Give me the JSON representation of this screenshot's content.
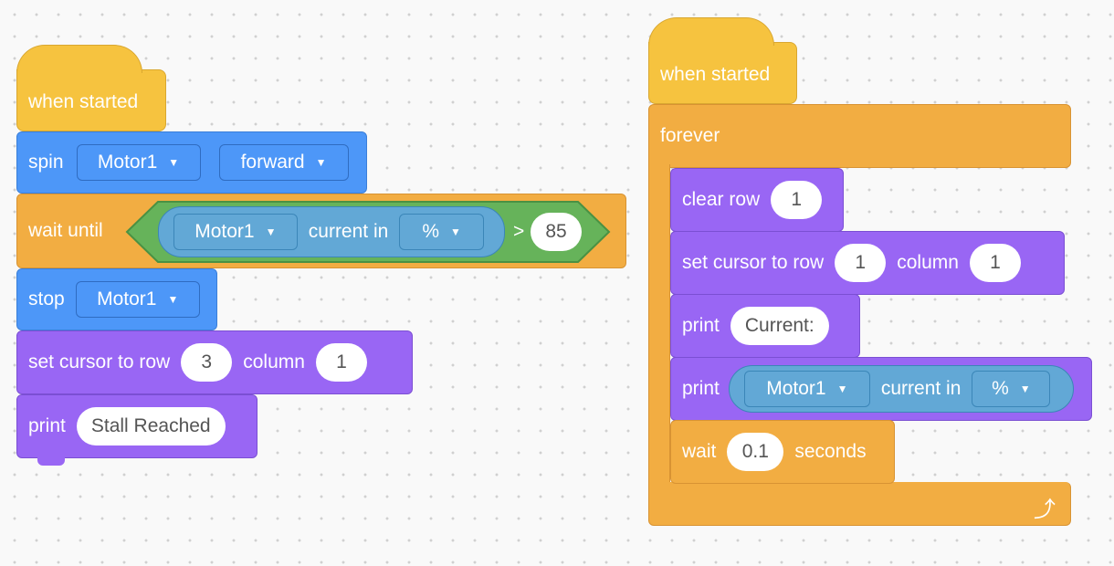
{
  "script_left": {
    "hat": "when started",
    "spin": {
      "label": "spin",
      "motor": "Motor1",
      "direction": "forward"
    },
    "wait_until": {
      "label": "wait until",
      "motor": "Motor1",
      "current_in": "current in",
      "unit": "%",
      "op": ">",
      "value": "85"
    },
    "stop": {
      "label": "stop",
      "motor": "Motor1"
    },
    "set_cursor": {
      "label": "set cursor to row",
      "row": "3",
      "column_label": "column",
      "column": "1"
    },
    "print": {
      "label": "print",
      "text": "Stall Reached"
    }
  },
  "script_right": {
    "hat": "when started",
    "forever": "forever",
    "clear_row": {
      "label": "clear row",
      "row": "1"
    },
    "set_cursor": {
      "label": "set cursor to row",
      "row": "1",
      "column_label": "column",
      "column": "1"
    },
    "print1": {
      "label": "print",
      "text": "Current:"
    },
    "print2": {
      "label": "print",
      "motor": "Motor1",
      "current_in": "current in",
      "unit": "%"
    },
    "wait": {
      "label": "wait",
      "value": "0.1",
      "unit": "seconds"
    },
    "loop_icon": "loop-arrow-icon"
  },
  "colors": {
    "event": "#f6c33f",
    "control": "#f2ad42",
    "motion": "#4d97f8",
    "looks": "#9966f4",
    "sensing": "#62a8d6",
    "operator": "#66b35a"
  }
}
